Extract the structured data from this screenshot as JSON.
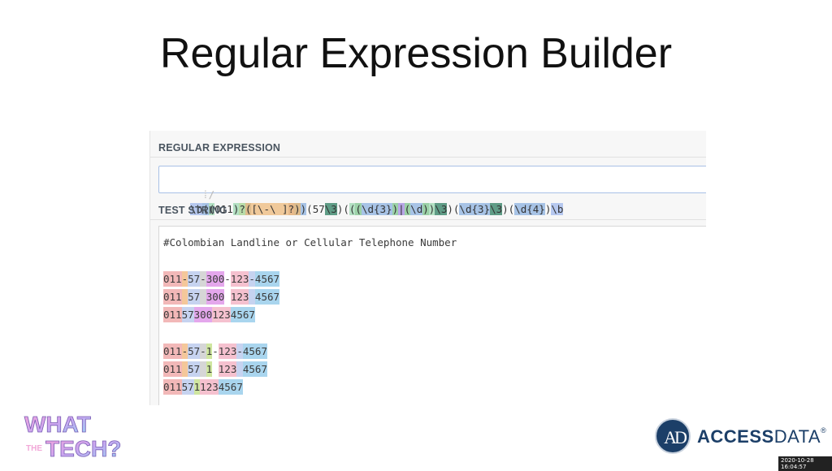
{
  "slide": {
    "title": "Regular Expression Builder"
  },
  "regex_section": {
    "heading": "REGULAR EXPRESSION",
    "flag": "/",
    "tokens": [
      {
        "t": "\\b",
        "c": "#b6c8ef"
      },
      {
        "t": "(",
        "c": "#a7c3e6"
      },
      {
        "t": "(",
        "c": "#b3e0c3"
      },
      {
        "t": "011",
        "c": "#ffffff"
      },
      {
        "t": ")",
        "c": "#b3e0c3"
      },
      {
        "t": "?",
        "c": "#b8dba8"
      },
      {
        "t": "(",
        "c": "#ddbb8c"
      },
      {
        "t": "[\\-\\ ]",
        "c": "#f0c99a"
      },
      {
        "t": "?",
        "c": "#e7b98a"
      },
      {
        "t": ")",
        "c": "#ddbb8c"
      },
      {
        "t": ")",
        "c": "#a7c3e6"
      },
      {
        "t": "(",
        "c": "#ffffff"
      },
      {
        "t": "57",
        "c": "#ffffff"
      },
      {
        "t": "\\3",
        "c": "#5f9c86"
      },
      {
        "t": ")",
        "c": "#ffffff"
      },
      {
        "t": "(",
        "c": "#ffffff"
      },
      {
        "t": "(",
        "c": "#b3e0c3"
      },
      {
        "t": "(",
        "c": "#9bd1a7"
      },
      {
        "t": "\\d{3}",
        "c": "#a7c3e6"
      },
      {
        "t": ")",
        "c": "#9bd1a7"
      },
      {
        "t": "|",
        "c": "#b8a6e6"
      },
      {
        "t": "(",
        "c": "#9bd1a7"
      },
      {
        "t": "\\d",
        "c": "#a7c3e6"
      },
      {
        "t": ")",
        "c": "#9bd1a7"
      },
      {
        "t": ")",
        "c": "#b3e0c3"
      },
      {
        "t": "\\3",
        "c": "#5f9c86"
      },
      {
        "t": ")",
        "c": "#ffffff"
      },
      {
        "t": "(",
        "c": "#ffffff"
      },
      {
        "t": "\\d{3}",
        "c": "#a7c3e6"
      },
      {
        "t": "\\3",
        "c": "#5f9c86"
      },
      {
        "t": ")",
        "c": "#ffffff"
      },
      {
        "t": "(",
        "c": "#ffffff"
      },
      {
        "t": "\\d{4}",
        "c": "#a7c3e6"
      },
      {
        "t": ")",
        "c": "#ffffff"
      },
      {
        "t": "\\b",
        "c": "#b6c8ef"
      }
    ]
  },
  "test_section": {
    "heading": "TEST STRING",
    "lines": [
      [
        {
          "t": "#Colombian Landline or Cellular Telephone Number",
          "c": ""
        }
      ],
      [
        {
          "t": " ",
          "c": ""
        }
      ],
      [
        {
          "t": "011",
          "c": "#f2b8b8"
        },
        {
          "t": "-",
          "c": "#f4c79a"
        },
        {
          "t": "57",
          "c": "#c6d3f0"
        },
        {
          "t": "-",
          "c": "#d6d6d6"
        },
        {
          "t": "300",
          "c": "#e4a7ec"
        },
        {
          "t": "-",
          "c": "#ffffff"
        },
        {
          "t": "123",
          "c": "#f5c1cf"
        },
        {
          "t": "-",
          "c": "#c6d3f0"
        },
        {
          "t": "4567",
          "c": "#a9d5ee"
        }
      ],
      [
        {
          "t": "011",
          "c": "#f2b8b8"
        },
        {
          "t": " ",
          "c": "#f4c79a"
        },
        {
          "t": "57",
          "c": "#c6d3f0"
        },
        {
          "t": " ",
          "c": "#d6d6d6"
        },
        {
          "t": "300",
          "c": "#e4a7ec"
        },
        {
          "t": " ",
          "c": "#ffffff"
        },
        {
          "t": "123",
          "c": "#f5c1cf"
        },
        {
          "t": " ",
          "c": "#c6d3f0"
        },
        {
          "t": "4567",
          "c": "#a9d5ee"
        }
      ],
      [
        {
          "t": "011",
          "c": "#f2b8b8"
        },
        {
          "t": "57",
          "c": "#c6d3f0"
        },
        {
          "t": "300",
          "c": "#e4a7ec"
        },
        {
          "t": "123",
          "c": "#f5c1cf"
        },
        {
          "t": "4567",
          "c": "#a9d5ee"
        }
      ],
      [
        {
          "t": " ",
          "c": ""
        }
      ],
      [
        {
          "t": "011",
          "c": "#f2b8b8"
        },
        {
          "t": "-",
          "c": "#f4c79a"
        },
        {
          "t": "57",
          "c": "#c6d3f0"
        },
        {
          "t": "-",
          "c": "#d6d6d6"
        },
        {
          "t": "1",
          "c": "#cfe6a0"
        },
        {
          "t": "-",
          "c": "#ffffff"
        },
        {
          "t": "123",
          "c": "#f5c1cf"
        },
        {
          "t": "-",
          "c": "#c6d3f0"
        },
        {
          "t": "4567",
          "c": "#a9d5ee"
        }
      ],
      [
        {
          "t": "011",
          "c": "#f2b8b8"
        },
        {
          "t": " ",
          "c": "#f4c79a"
        },
        {
          "t": "57",
          "c": "#c6d3f0"
        },
        {
          "t": " ",
          "c": "#d6d6d6"
        },
        {
          "t": "1",
          "c": "#cfe6a0"
        },
        {
          "t": " ",
          "c": "#ffffff"
        },
        {
          "t": "123",
          "c": "#f5c1cf"
        },
        {
          "t": " ",
          "c": "#c6d3f0"
        },
        {
          "t": "4567",
          "c": "#a9d5ee"
        }
      ],
      [
        {
          "t": "011",
          "c": "#f2b8b8"
        },
        {
          "t": "57",
          "c": "#c6d3f0"
        },
        {
          "t": "1",
          "c": "#cfe6a0"
        },
        {
          "t": "123",
          "c": "#f5c1cf"
        },
        {
          "t": "4567",
          "c": "#a9d5ee"
        }
      ]
    ]
  },
  "branding": {
    "show_logo": {
      "line1": "WHAT",
      "line2_small": "THE",
      "line2": "TECH?"
    },
    "company_logo": {
      "mark": "AD",
      "name_bold": "ACCESS",
      "name_light": "DATA",
      "reg": "®"
    },
    "timestamp": "2020-10-28 16:04:57"
  }
}
